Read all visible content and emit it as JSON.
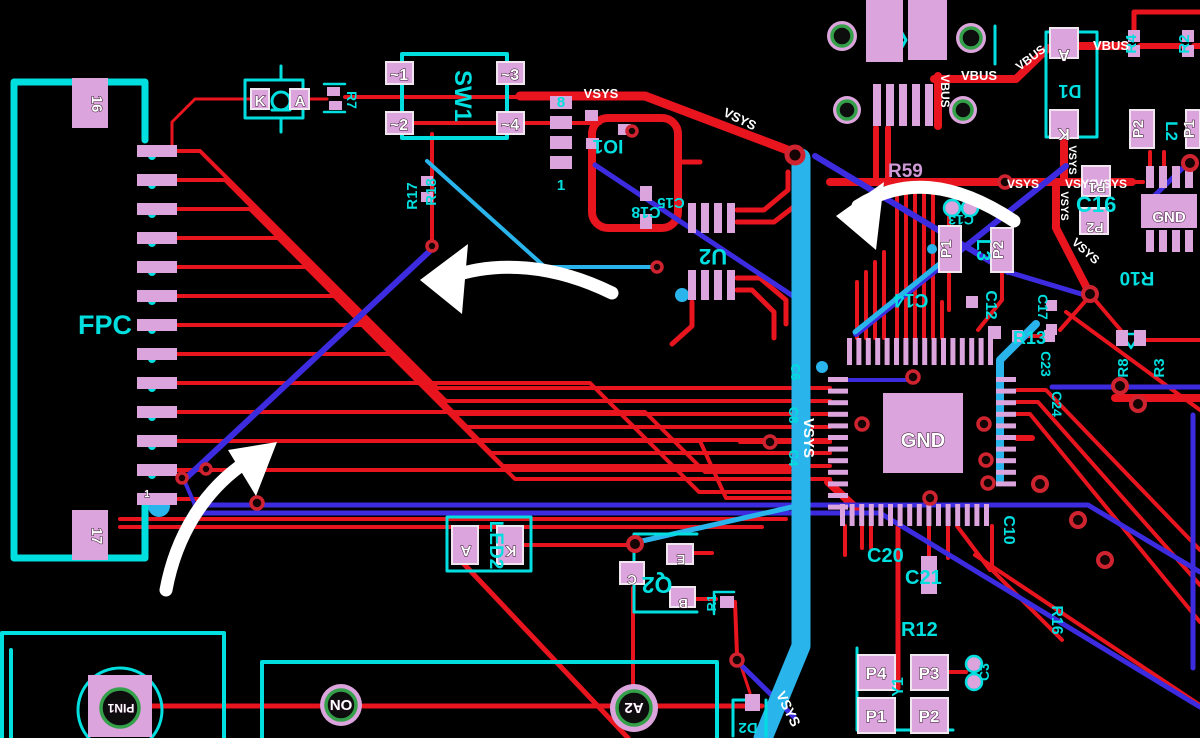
{
  "colors": {
    "background": "#000000",
    "trace_red": "#e8141e",
    "trace_blue": "#3d2be0",
    "trace_lightblue": "#2ab4ec",
    "silkscreen_cyan": "#00dfdf",
    "pad_pink": "#dca4dc",
    "via_ring": "#cf2430",
    "hole_green": "#35a04a",
    "annotation_white": "#ffffff",
    "refdes_violet": "#cf9bd6"
  },
  "nets": {
    "vsys": "VSYS",
    "vbus": "VBUS"
  },
  "fpc": {
    "label": "FPC",
    "pin16": "16",
    "pin17": "17",
    "pin1_mark": "1"
  },
  "led1": {
    "k": "K",
    "a": "A"
  },
  "r7": {
    "ref": "R7"
  },
  "sw1": {
    "ref": "SW1",
    "p1": "~1",
    "p2": "~2",
    "p3": "~3",
    "p4": "~4"
  },
  "r17": {
    "ref": "R17"
  },
  "r18": {
    "ref": "R18"
  },
  "resnet": {
    "pin8": "8",
    "pin1": "1"
  },
  "io1": {
    "ref": "IO1"
  },
  "c15": {
    "ref": "C15"
  },
  "c18": {
    "ref": "C18"
  },
  "u2": {
    "ref": "U2"
  },
  "r59": {
    "ref": "R59"
  },
  "d1": {
    "ref": "D1",
    "a": "A",
    "k": "K"
  },
  "r2": {
    "ref": "R2"
  },
  "r4": {
    "ref": "R4"
  },
  "c16": {
    "ref": "C16",
    "p1": "P1",
    "p2": "P2"
  },
  "pwr": {
    "gnd": "GND",
    "p2": "P2",
    "l2": "L2",
    "p1": "P1"
  },
  "r10": {
    "ref": "R10"
  },
  "c17": {
    "ref": "C17"
  },
  "r13": {
    "ref": "R13"
  },
  "c13": {
    "ref": "C13"
  },
  "c14": {
    "ref": "C14"
  },
  "c12": {
    "ref": "C12"
  },
  "l3": {
    "ref": "L3",
    "p1": "P1",
    "p2": "P2"
  },
  "c23": {
    "ref": "C23"
  },
  "c24": {
    "ref": "C24"
  },
  "r8": {
    "ref": "R8"
  },
  "r3": {
    "ref": "R3"
  },
  "mcu": {
    "gnd": "GND"
  },
  "c4": {
    "ref": "C4"
  },
  "c6": {
    "ref": "C6"
  },
  "c8": {
    "ref": "C8"
  },
  "c10": {
    "ref": "C10"
  },
  "c20": {
    "ref": "C20"
  },
  "c21": {
    "ref": "C21"
  },
  "r12": {
    "ref": "R12"
  },
  "r16": {
    "ref": "R16"
  },
  "xtal": {
    "ref": "Y1",
    "p1": "P1",
    "p2": "P2",
    "p3": "P3",
    "p4": "P4"
  },
  "c3": {
    "ref": "C3"
  },
  "led2": {
    "ref": "LED2",
    "a": "A",
    "k": "K"
  },
  "q2": {
    "ref": "Q2",
    "e": "E",
    "b": "B",
    "c": "C"
  },
  "r1": {
    "ref": "R1"
  },
  "d2": {
    "ref": "D2"
  },
  "bottom": {
    "pin1": "PIN1",
    "on": "ON",
    "a2": "A2"
  }
}
